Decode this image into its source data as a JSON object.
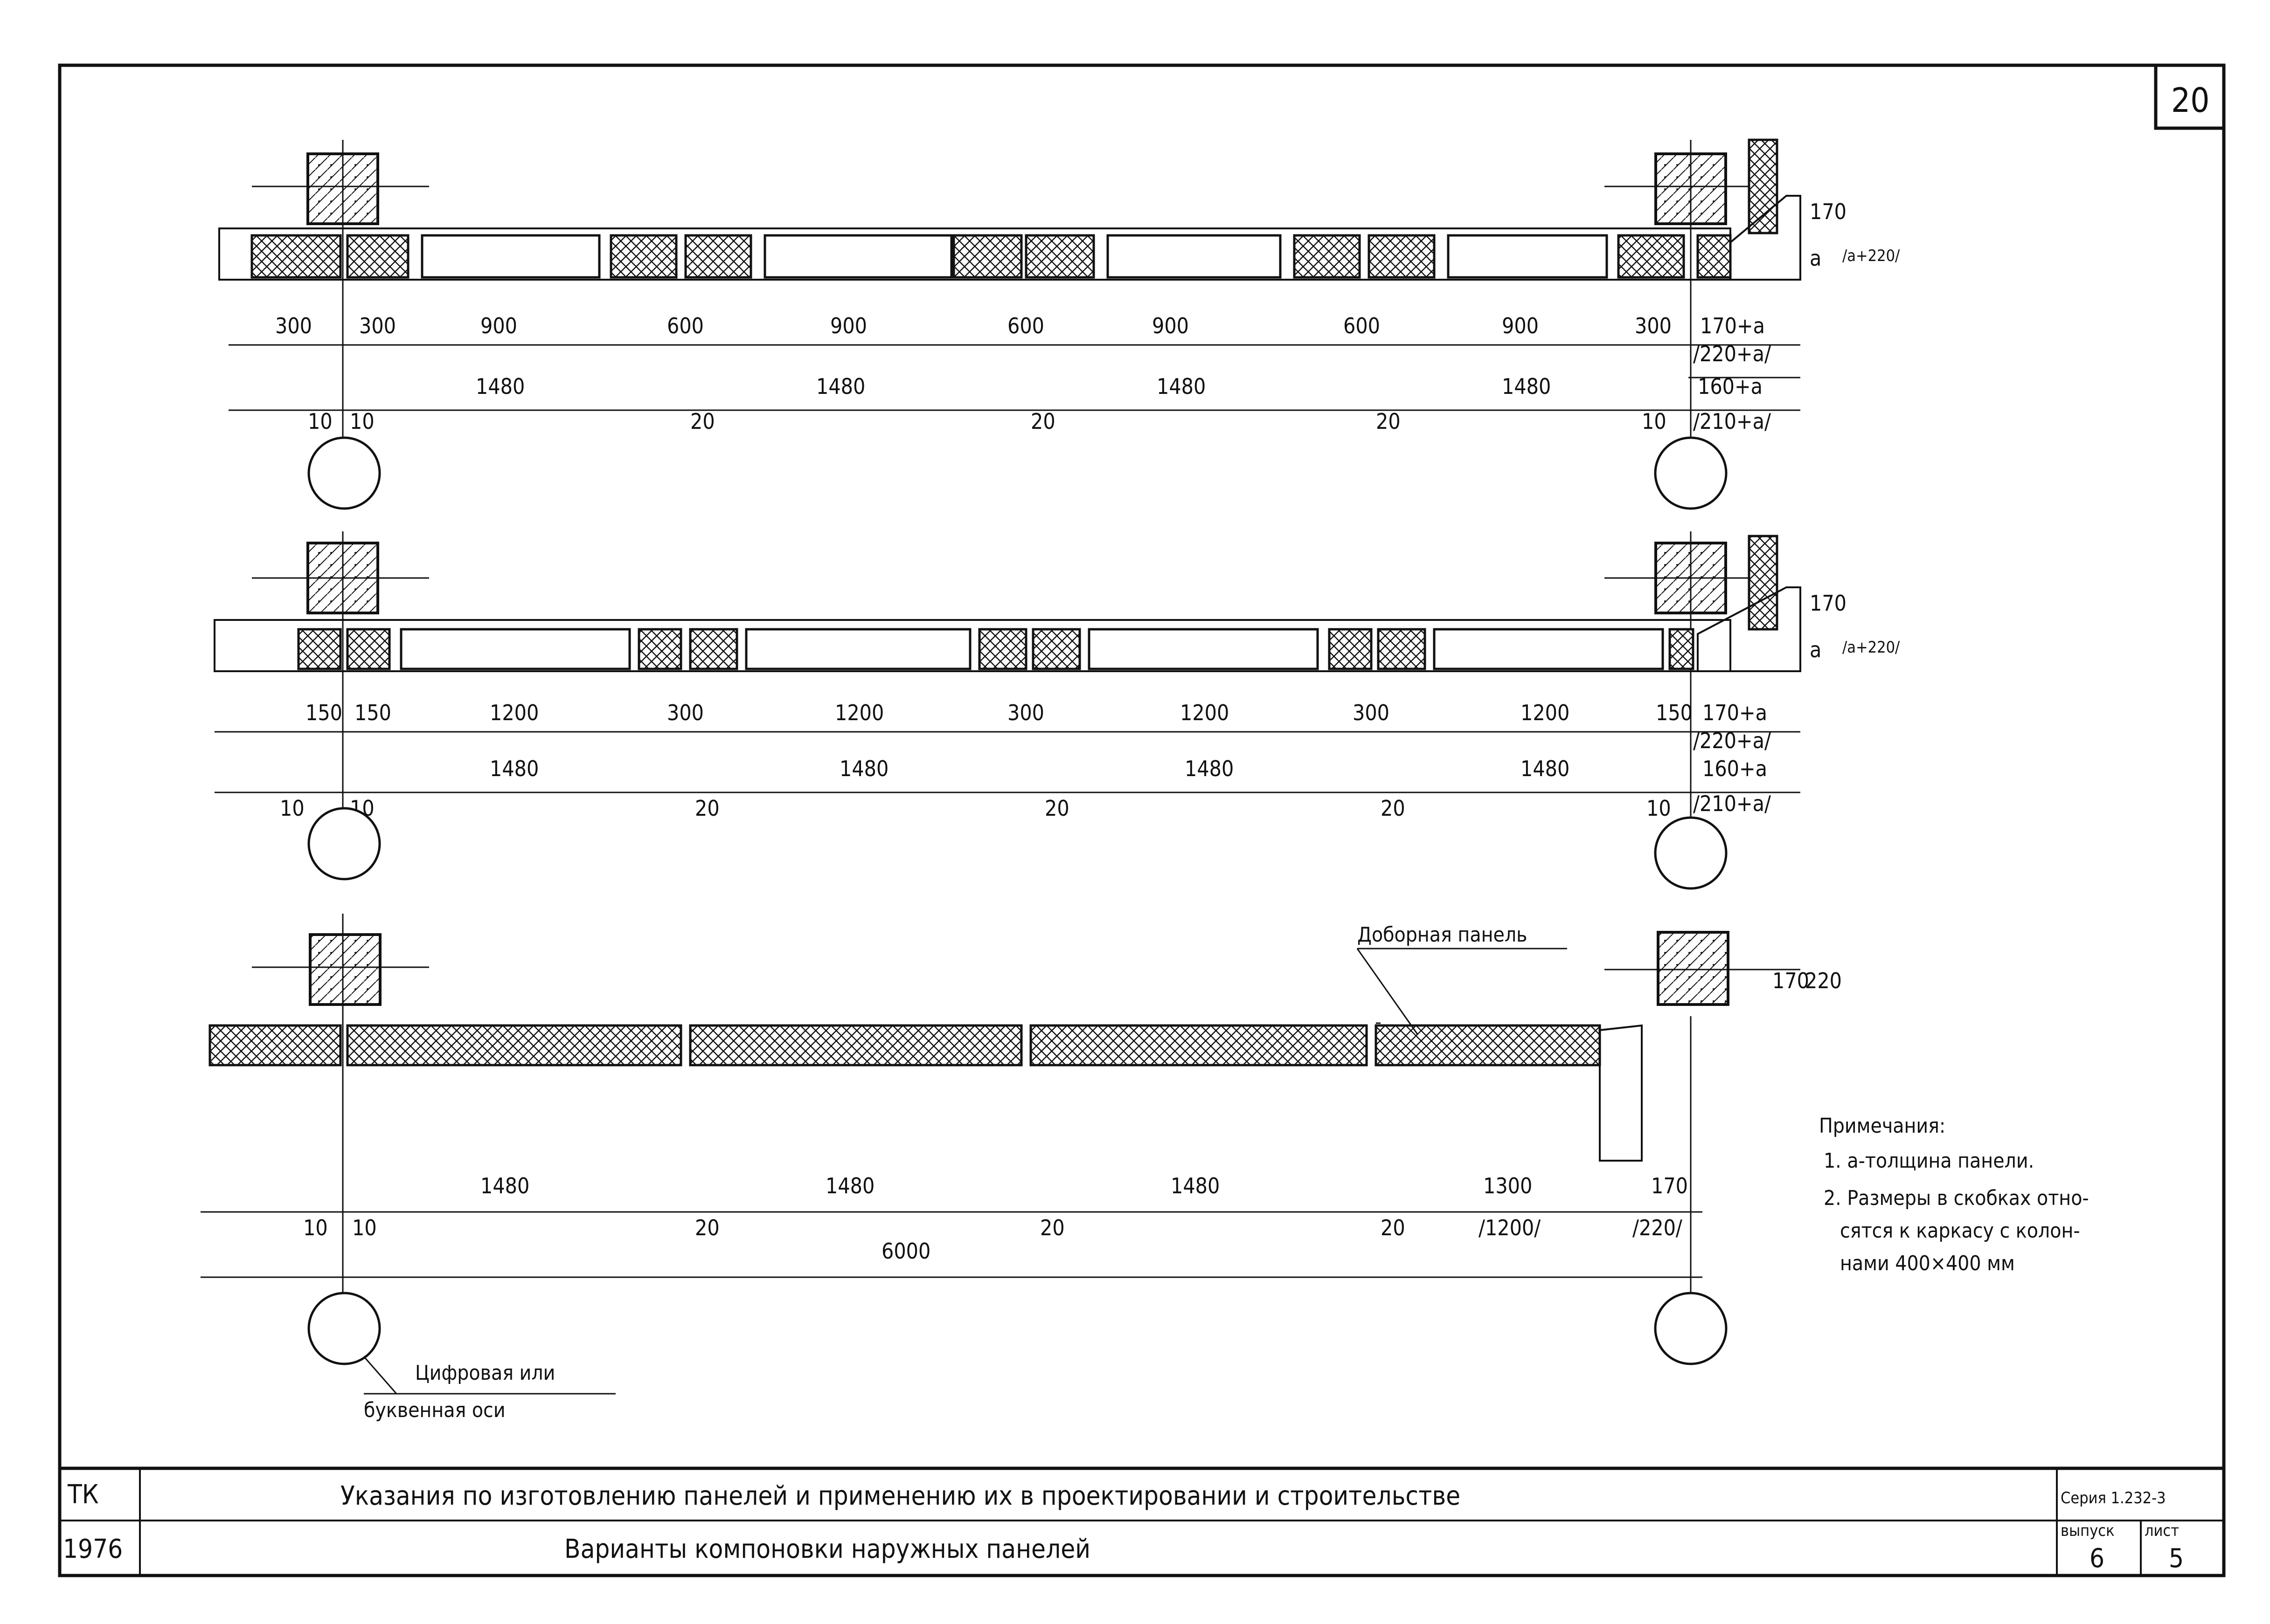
{
  "sheet_number": "20",
  "title_block": {
    "code": "ТК",
    "year": "1976",
    "main_title": "Указания по изготовлению панелей и применению их в проектировании и строительстве",
    "subtitle": "Варианты компоновки наружных панелей",
    "series_label": "Серия 1.232-3",
    "issue_label": "выпуск",
    "issue_value": "6",
    "sheet_label": "лист",
    "sheet_value": "5"
  },
  "row1": {
    "top_dims": [
      "300",
      "300",
      "900",
      "600",
      "900",
      "600",
      "900",
      "600",
      "900",
      "300",
      "170+a"
    ],
    "mid_dims": [
      "1480",
      "1480",
      "1480",
      "1480"
    ],
    "alt_dims": [
      "/220+a/",
      "160+a",
      "/210+a/"
    ],
    "gap_dims": [
      "10",
      "10",
      "20",
      "20",
      "20",
      "10"
    ],
    "side_dims": [
      "170",
      "a",
      "/a+220/"
    ]
  },
  "row2": {
    "top_dims": [
      "150",
      "150",
      "1200",
      "300",
      "1200",
      "300",
      "1200",
      "300",
      "1200",
      "150",
      "170+a"
    ],
    "mid_dims": [
      "1480",
      "1480",
      "1480",
      "1480"
    ],
    "alt_dims": [
      "/220+a/",
      "160+a",
      "/210+a/"
    ],
    "gap_dims": [
      "10",
      "10",
      "20",
      "20",
      "20",
      "10"
    ],
    "side_dims": [
      "170",
      "a",
      "/a+220/"
    ]
  },
  "row3": {
    "label_extra_panel": "Доборная панель",
    "panel_dims": [
      "1480",
      "1480",
      "1480",
      "1300",
      "170"
    ],
    "alt_dims": [
      "/1200/",
      "/220/"
    ],
    "gap_dims": [
      "10",
      "10",
      "20",
      "20",
      "20"
    ],
    "total_dim": "6000",
    "side_dims": [
      "170",
      "220"
    ]
  },
  "axis_label_line1": "Цифровая или",
  "axis_label_line2": "буквенная оси",
  "notes": {
    "heading": "Примечания:",
    "line1": "1. a-толщина панели.",
    "line2a": "2. Размеры в скобках отно-",
    "line2b": "сятся к каркасу с колон-",
    "line2c": "нами 400×400 мм"
  }
}
